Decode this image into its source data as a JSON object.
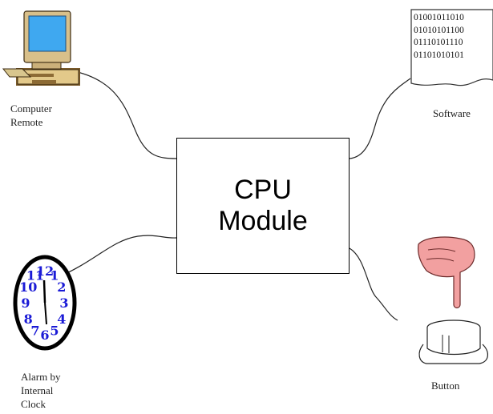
{
  "cpu_module": {
    "line1": "CPU",
    "line2": "Module"
  },
  "nodes": {
    "computer": {
      "lines": [
        "Computer",
        "Remote"
      ]
    },
    "software": {
      "label": "Software",
      "binary": [
        "01001011010",
        "01010101100",
        "01110101110",
        "01101010101"
      ]
    },
    "alarm": {
      "lines": [
        "Alarm by",
        "Internal",
        "Clock"
      ]
    },
    "button": {
      "label": "Button"
    }
  },
  "clock_face": {
    "numerals": [
      "12",
      "1",
      "2",
      "3",
      "4",
      "5",
      "6",
      "7",
      "8",
      "9",
      "10",
      "11"
    ]
  },
  "colors": {
    "clock_numeral": "#1a1ad6",
    "hand_skin": "#f2a0a0",
    "monitor_screen": "#3fa8f0",
    "computer_case": "#e3c98a"
  }
}
